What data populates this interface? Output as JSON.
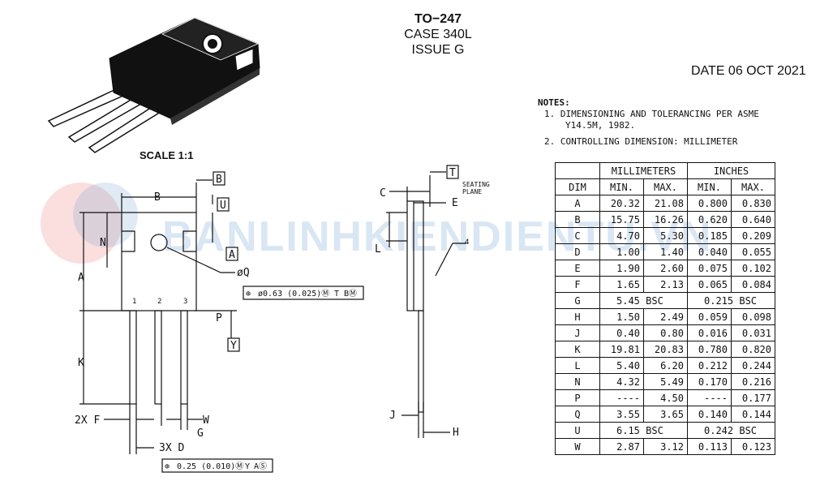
{
  "header": {
    "title": "TO−247",
    "case": "CASE 340L",
    "issue": "ISSUE G"
  },
  "date": "DATE 06 OCT 2021",
  "scale": "SCALE 1:1",
  "notes": {
    "heading": "NOTES:",
    "items": [
      "1.  DIMENSIONING AND TOLERANCING PER ASME",
      "Y14.5M, 1982.",
      "2.  CONTROLLING DIMENSION: MILLIMETER"
    ]
  },
  "watermark": "BANLINHKIENDIENTU.VN",
  "drawing": {
    "datums": [
      "B",
      "U",
      "A",
      "T",
      "Y"
    ],
    "dim_labels": [
      "B",
      "N",
      "A",
      "K",
      "P",
      "C",
      "E",
      "L",
      "4",
      "J",
      "H",
      "2X F",
      "W",
      "G",
      "3X D",
      "øQ"
    ],
    "pins": [
      "1",
      "2",
      "3"
    ],
    "seating_plane": [
      "SEATING",
      "PLANE"
    ],
    "fcf_top": [
      "⊕",
      "ø0.63 (0.025)Ⓜ",
      "T",
      "BⓂ"
    ],
    "fcf_bottom": [
      "⊕",
      "0.25 (0.010)Ⓜ",
      "Y",
      "AⓈ"
    ]
  },
  "table": {
    "group_headers": [
      "MILLIMETERS",
      "INCHES"
    ],
    "columns": [
      "DIM",
      "MIN.",
      "MAX.",
      "MIN.",
      "MAX."
    ],
    "rows": [
      [
        "A",
        "20.32",
        "21.08",
        "0.800",
        "0.830"
      ],
      [
        "B",
        "15.75",
        "16.26",
        "0.620",
        "0.640"
      ],
      [
        "C",
        "4.70",
        "5.30",
        "0.185",
        "0.209"
      ],
      [
        "D",
        "1.00",
        "1.40",
        "0.040",
        "0.055"
      ],
      [
        "E",
        "1.90",
        "2.60",
        "0.075",
        "0.102"
      ],
      [
        "F",
        "1.65",
        "2.13",
        "0.065",
        "0.084"
      ],
      [
        "G",
        "5.45  BSC",
        "",
        "0.215  BSC",
        ""
      ],
      [
        "H",
        "1.50",
        "2.49",
        "0.059",
        "0.098"
      ],
      [
        "J",
        "0.40",
        "0.80",
        "0.016",
        "0.031"
      ],
      [
        "K",
        "19.81",
        "20.83",
        "0.780",
        "0.820"
      ],
      [
        "L",
        "5.40",
        "6.20",
        "0.212",
        "0.244"
      ],
      [
        "N",
        "4.32",
        "5.49",
        "0.170",
        "0.216"
      ],
      [
        "P",
        "----",
        "4.50",
        "----",
        "0.177"
      ],
      [
        "Q",
        "3.55",
        "3.65",
        "0.140",
        "0.144"
      ],
      [
        "U",
        "6.15  BSC",
        "",
        "0.242  BSC",
        ""
      ],
      [
        "W",
        "2.87",
        "3.12",
        "0.113",
        "0.123"
      ]
    ]
  }
}
